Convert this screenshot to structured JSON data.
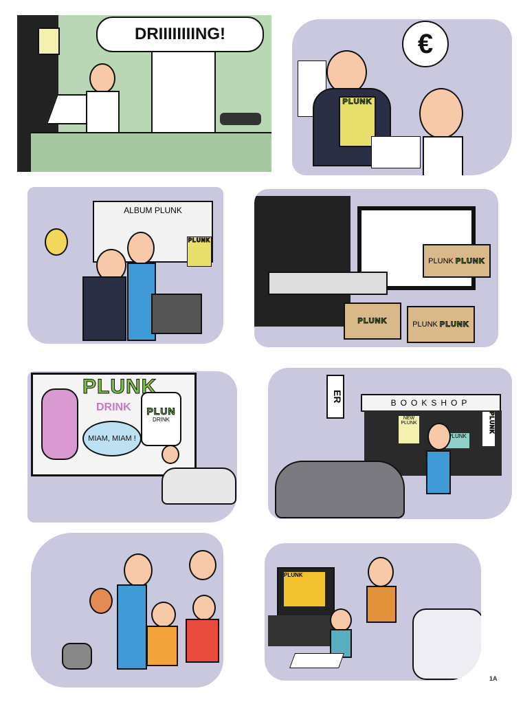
{
  "page_number": "1A",
  "colors": {
    "panel_green": "#b9d6b5",
    "panel_lavender": "#c9c8df",
    "plunk_green": "#7cc242",
    "plunk_pink": "#d89ad0"
  },
  "panel1": {
    "sound_effect": "DRIIIIIIIING!"
  },
  "panel2": {
    "bubble_symbol": "€",
    "magazine_title": "PLUNK"
  },
  "panel3": {
    "chart_title": "ALBUM PLUNK",
    "poster_title": "PLUNK"
  },
  "panel4": {
    "box_labels": [
      "PLUNK",
      "PLUNK",
      "PLUNK",
      "PLUNK",
      "PLUNK"
    ]
  },
  "panel5": {
    "billboard_title": "PLUNK",
    "billboard_subtitle": "DRINK",
    "bottle_label": "PLUN",
    "bottle_sublabel": "DRINK",
    "speech": "MIAM, MIAM !"
  },
  "panel6": {
    "street_sign": "ER",
    "shop_sign": "BOOKSHOP",
    "window_poster": "NEW PLUNK",
    "vertical_sign": "PLUNK",
    "display_sign": "PLUNK"
  },
  "panel8": {
    "tv_label": "PLUNK"
  }
}
